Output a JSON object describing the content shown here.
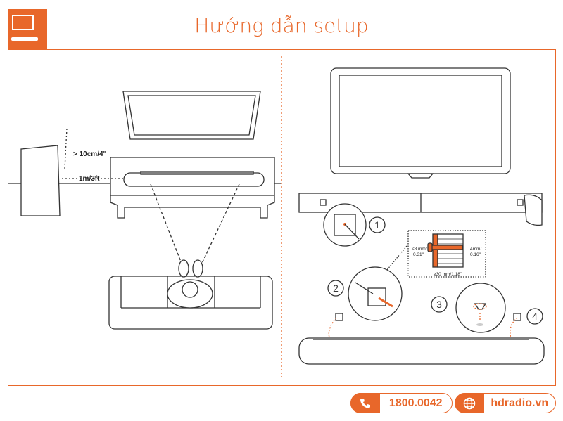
{
  "header": {
    "title": "Hướng dẫn setup",
    "icon": "tv-icon"
  },
  "diagram": {
    "left": {
      "clearance_label": "> 10cm/4\"",
      "distance_label": "1m/3ft"
    },
    "right": {
      "steps": [
        "1",
        "2",
        "3",
        "4"
      ],
      "screw_spec": {
        "head": "≤8 mm/\n0.31\"",
        "head_line1": "≤8 mm/",
        "head_line2": "0.31\"",
        "shaft_line1": "4mm/",
        "shaft_line2": "0.16\"",
        "length": "≥30 mm/1.18\""
      }
    }
  },
  "footer": {
    "phone": "1800.0042",
    "phone_icon": "phone-icon",
    "website": "hdradio.vn",
    "website_icon": "globe-icon"
  },
  "colors": {
    "accent": "#e8672a",
    "line": "#333333"
  }
}
